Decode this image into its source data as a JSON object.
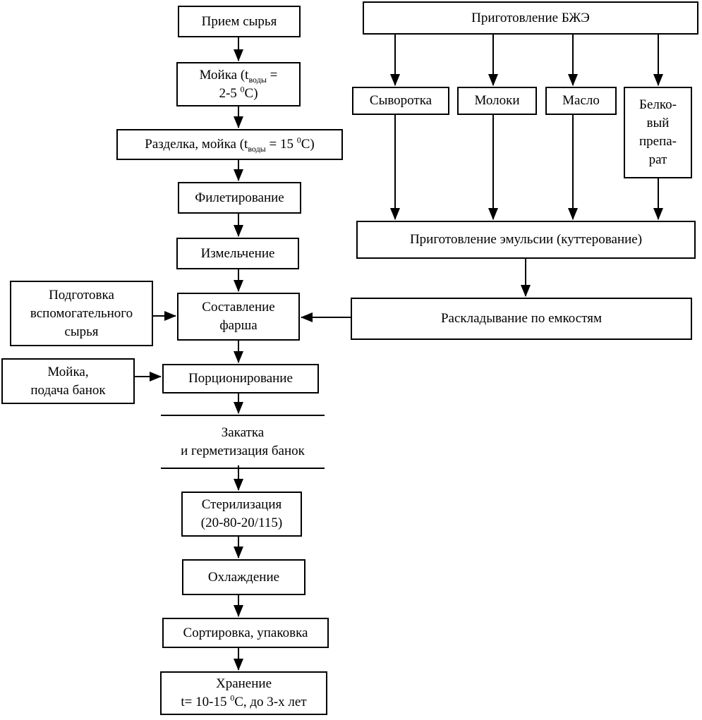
{
  "diagram_type": "process-flowchart",
  "language": "ru",
  "colors": {
    "line": "#000000",
    "background": "#ffffff",
    "text": "#000000"
  },
  "nodes": {
    "reception": "Прием сырья",
    "washing": {
      "p1": "Мойка (t",
      "sub": "воды",
      "p2": " =",
      "p3": "2-5 ",
      "sup": "0",
      "p4": "С)"
    },
    "cutting_washing": {
      "p1": "Разделка, мойка (t",
      "sub": "воды",
      "p2": " = 15 ",
      "sup": "0",
      "p3": "С)"
    },
    "filleting": "Филетирование",
    "grinding": "Измельчение",
    "mince_preparation": "Составление\nфарша",
    "aux_raw_preparation": "Подготовка\nвспомогательного\nсырья",
    "can_washing": "Мойка,\nподача банок",
    "portioning": "Порционирование",
    "seaming": "Закатка\nи герметизация банок",
    "sterilization": "Стерилизация\n(20-80-20/115)",
    "cooling": "Охлаждение",
    "sorting_packing": "Сортировка, упаковка",
    "storage": {
      "line1": "Хранение",
      "p1": "t= 10-15 ",
      "sup": "0",
      "p2": "С, до 3-х лет"
    },
    "bzhe_preparation": "Приготовление БЖЭ",
    "whey": "Сыворотка",
    "milt": "Молоки",
    "butter": "Масло",
    "protein_preparation": "Белко-\nвый\nпрепа-\nрат",
    "emulsion_preparation": "Приготовление эмульсии (куттерование)",
    "laying_out": "Раскладывание по емкостям"
  }
}
